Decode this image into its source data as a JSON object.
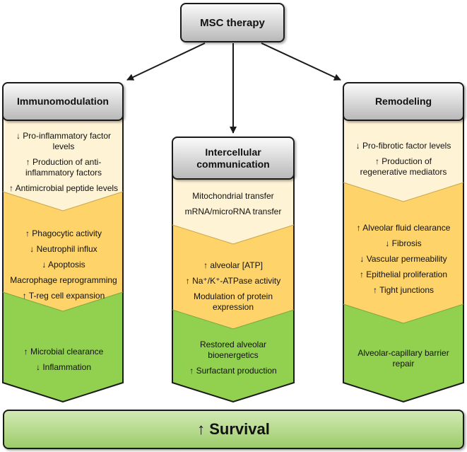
{
  "top": {
    "title": "MSC therapy"
  },
  "columns": [
    {
      "title": "Immunomodulation",
      "sections": [
        [
          "↓ Pro-inflammatory factor levels",
          "↑ Production of anti-inflammatory factors",
          "↑ Antimicrobial peptide levels"
        ],
        [
          "↑ Phagocytic activity",
          "↓ Neutrophil influx",
          "↓ Apoptosis",
          "Macrophage reprogramming",
          "↑ T-reg cell expansion"
        ],
        [
          "↑ Microbial clearance",
          "↓ Inflammation"
        ]
      ]
    },
    {
      "title": "Intercellular communication",
      "sections": [
        [
          "Mitochondrial transfer",
          "mRNA/microRNA transfer"
        ],
        [
          "↑ alveolar [ATP]",
          "↑ Na⁺/K⁺-ATPase activity",
          "Modulation of protein expression"
        ],
        [
          "Restored alveolar bioenergetics",
          "↑ Surfactant production"
        ]
      ]
    },
    {
      "title": "Remodeling",
      "sections": [
        [
          "↓ Pro-fibrotic factor levels",
          "↑ Production of regenerative mediators"
        ],
        [
          "↑ Alveolar fluid clearance",
          "↓ Fibrosis",
          "↓ Vascular permeability",
          "↑ Epithelial proliferation",
          "↑ Tight junctions"
        ],
        [
          "Alveolar-capillary barrier repair"
        ]
      ]
    }
  ],
  "survival": {
    "label": "↑ Survival"
  },
  "colors": {
    "section1": "#fff3d6",
    "section2": "#fdd36a",
    "section3": "#92d050",
    "outline": "#1a1a1a"
  }
}
